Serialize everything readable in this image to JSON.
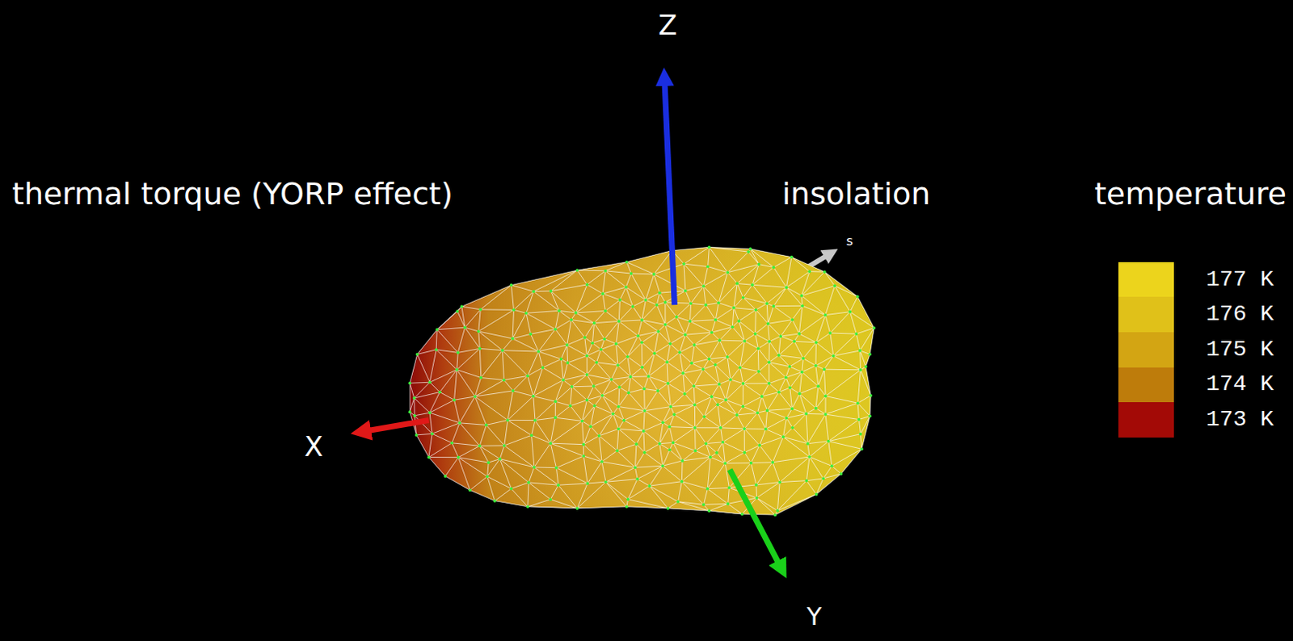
{
  "diagram": {
    "labels": [
      "thermal torque (YORP effect)",
      "insolation",
      "temperature",
      "Z",
      "X",
      "Y",
      "s"
    ],
    "legend": [
      {
        "text": "177 K",
        "color": "#ecd41c"
      },
      {
        "text": "176 K",
        "color": "#e0c119"
      },
      {
        "text": "175 K",
        "color": "#d3a513"
      },
      {
        "text": "174 K",
        "color": "#be7c0b"
      },
      {
        "text": "173 K",
        "color": "#a30a06"
      }
    ]
  }
}
